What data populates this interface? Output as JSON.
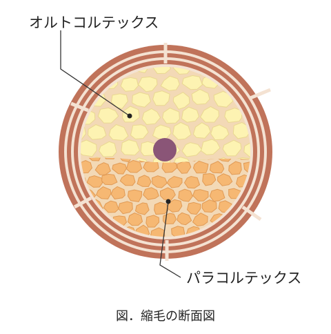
{
  "diagram": {
    "labels": {
      "ortho": "オルトコルテックス",
      "para": "パラコルテックス"
    },
    "caption": "図．縮毛の断面図"
  },
  "colors": {
    "cuticle_brown": "#c0735a",
    "cuticle_pale": "#f4e2d2",
    "cortex_bg": "#f3d9b6",
    "ortho_fill": "#fdf3b2",
    "ortho_stroke": "#e9d890",
    "para_fill": "#f6b873",
    "para_stroke": "#e09a55",
    "medulla": "#8a5577",
    "leader": "#333333",
    "text": "#222222"
  }
}
